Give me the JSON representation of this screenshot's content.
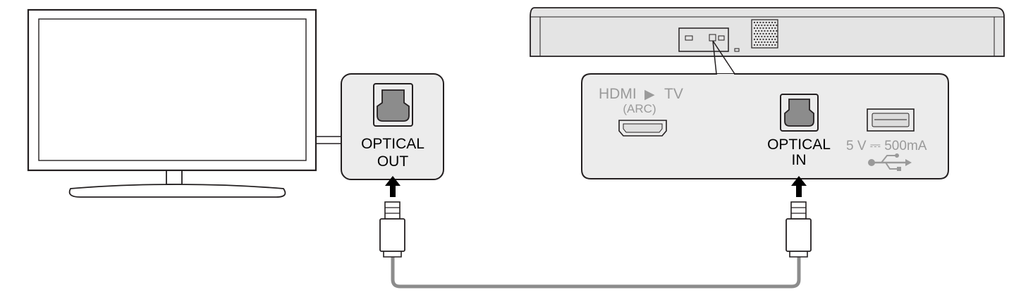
{
  "tv_panel": {
    "label_line1": "OPTICAL",
    "label_line2": "OUT"
  },
  "soundbar_panel": {
    "hdmi_label": "HDMI",
    "hdmi_arrow": "▶",
    "hdmi_tv": "TV",
    "hdmi_arc": "(ARC)",
    "optical_line1": "OPTICAL",
    "optical_line2": "IN",
    "usb_power": "5 V ⎓ 500mA"
  },
  "colors": {
    "stroke": "#231f20",
    "panel_fill": "#ececec",
    "soundbar_fill": "#e4e4e4",
    "port_fill": "#8c8c8c",
    "grey_text": "#9a9a9a",
    "cable": "#8c8c8c"
  }
}
